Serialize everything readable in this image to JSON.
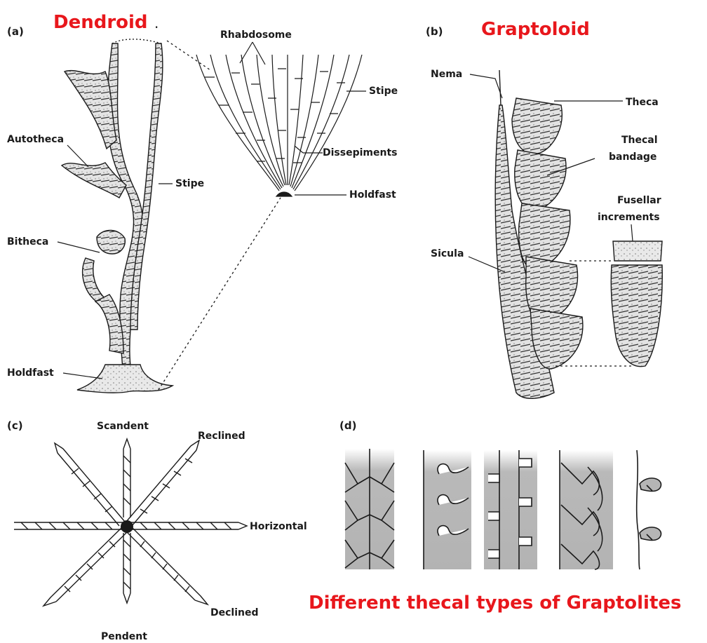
{
  "titles": {
    "dendroid": "Dendroid",
    "dendroid_period": ".",
    "graptoloid": "Graptoloid",
    "caption": "Different thecal types of Graptolites"
  },
  "panels": {
    "a": "(a)",
    "b": "(b)",
    "c": "(c)",
    "d": "(d)"
  },
  "labels_a": {
    "autotheca": "Autotheca",
    "stipe": "Stipe",
    "bitheca": "Bitheca",
    "holdfast": "Holdfast",
    "rhabdosome": "Rhabdosome",
    "stipe_inset": "Stipe",
    "dissepiments": "Dissepiments",
    "holdfast_inset": "Holdfast"
  },
  "labels_b": {
    "nema": "Nema",
    "theca": "Theca",
    "thecal_bandage_1": "Thecal",
    "thecal_bandage_2": "bandage",
    "fusellar_1": "Fusellar",
    "fusellar_2": "increments",
    "sicula": "Sicula"
  },
  "labels_c": {
    "scandent": "Scandent",
    "reclined": "Reclined",
    "horizontal": "Horizontal",
    "declined": "Declined",
    "pendent": "Pendent"
  },
  "colors": {
    "title_red": "#e8171c",
    "ink": "#1a1a1a",
    "fill_gray": "#b8b8b8",
    "stipple": "#d6d6d6"
  }
}
